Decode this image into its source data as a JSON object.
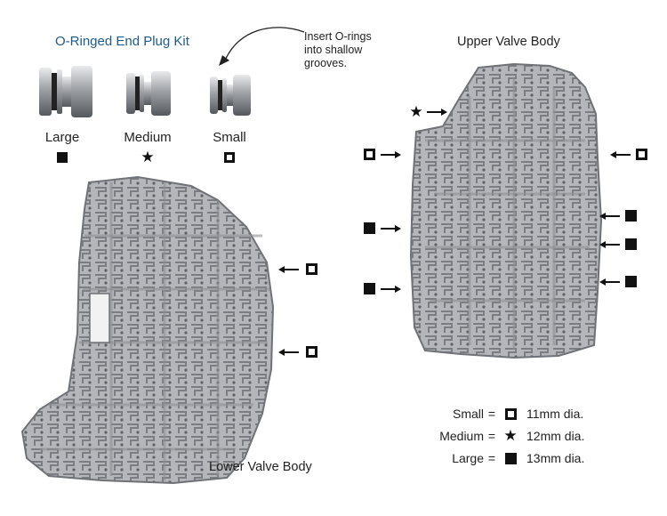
{
  "kit": {
    "title": "O-Ringed End Plug Kit",
    "plugs": [
      {
        "label": "Large",
        "symbol": "solid-square-icon"
      },
      {
        "label": "Medium",
        "symbol": "star-icon"
      },
      {
        "label": "Small",
        "symbol": "hollow-square-icon"
      }
    ],
    "note_lines": [
      "Insert O-rings",
      "into shallow",
      "grooves."
    ]
  },
  "upper": {
    "title": "Upper Valve Body"
  },
  "lower": {
    "title": "Lower Valve Body"
  },
  "legend": [
    {
      "name": "Small",
      "eq": "=",
      "symbol": "hollow-square-icon",
      "size": "11mm dia."
    },
    {
      "name": "Medium",
      "eq": "=",
      "symbol": "star-icon",
      "size": "12mm dia."
    },
    {
      "name": "Large",
      "eq": "=",
      "symbol": "solid-square-icon",
      "size": "13mm dia."
    }
  ],
  "colors": {
    "kit_title": "#1d5b8c",
    "metal": "#a9abae",
    "metal_dark": "#6f7276",
    "ink": "#111111"
  }
}
